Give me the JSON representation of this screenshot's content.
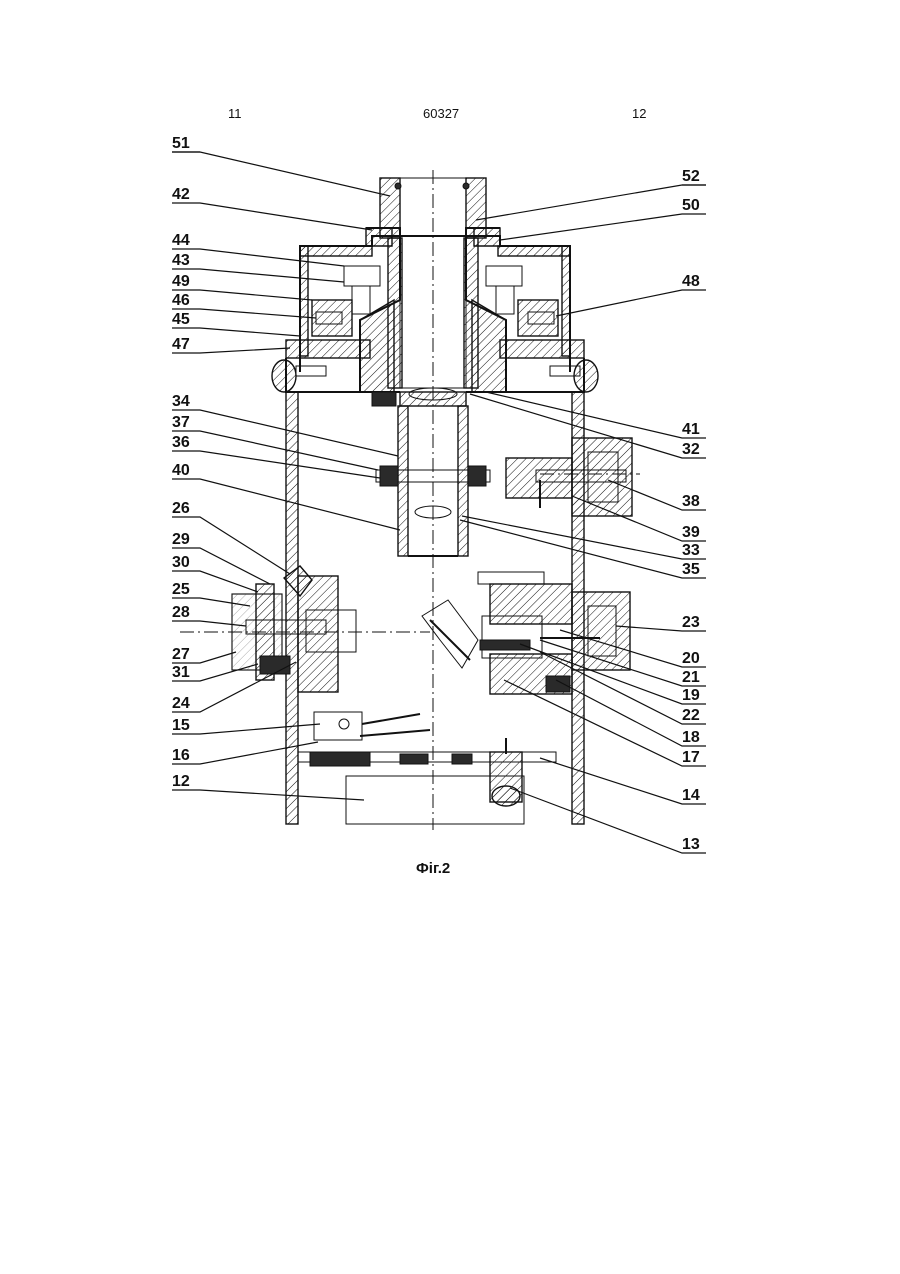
{
  "header": {
    "page_left": "11",
    "patent_number": "60327",
    "page_right": "12"
  },
  "figure": {
    "caption": "Фіг.2",
    "labels_left": [
      "51",
      "42",
      "44",
      "43",
      "49",
      "46",
      "45",
      "47",
      "34",
      "37",
      "36",
      "40",
      "26",
      "29",
      "30",
      "25",
      "28",
      "27",
      "31",
      "24",
      "15",
      "16",
      "12"
    ],
    "labels_right": [
      "52",
      "50",
      "48",
      "41",
      "32",
      "38",
      "39",
      "33",
      "35",
      "23",
      "20",
      "21",
      "19",
      "22",
      "18",
      "17",
      "14",
      "13"
    ]
  }
}
